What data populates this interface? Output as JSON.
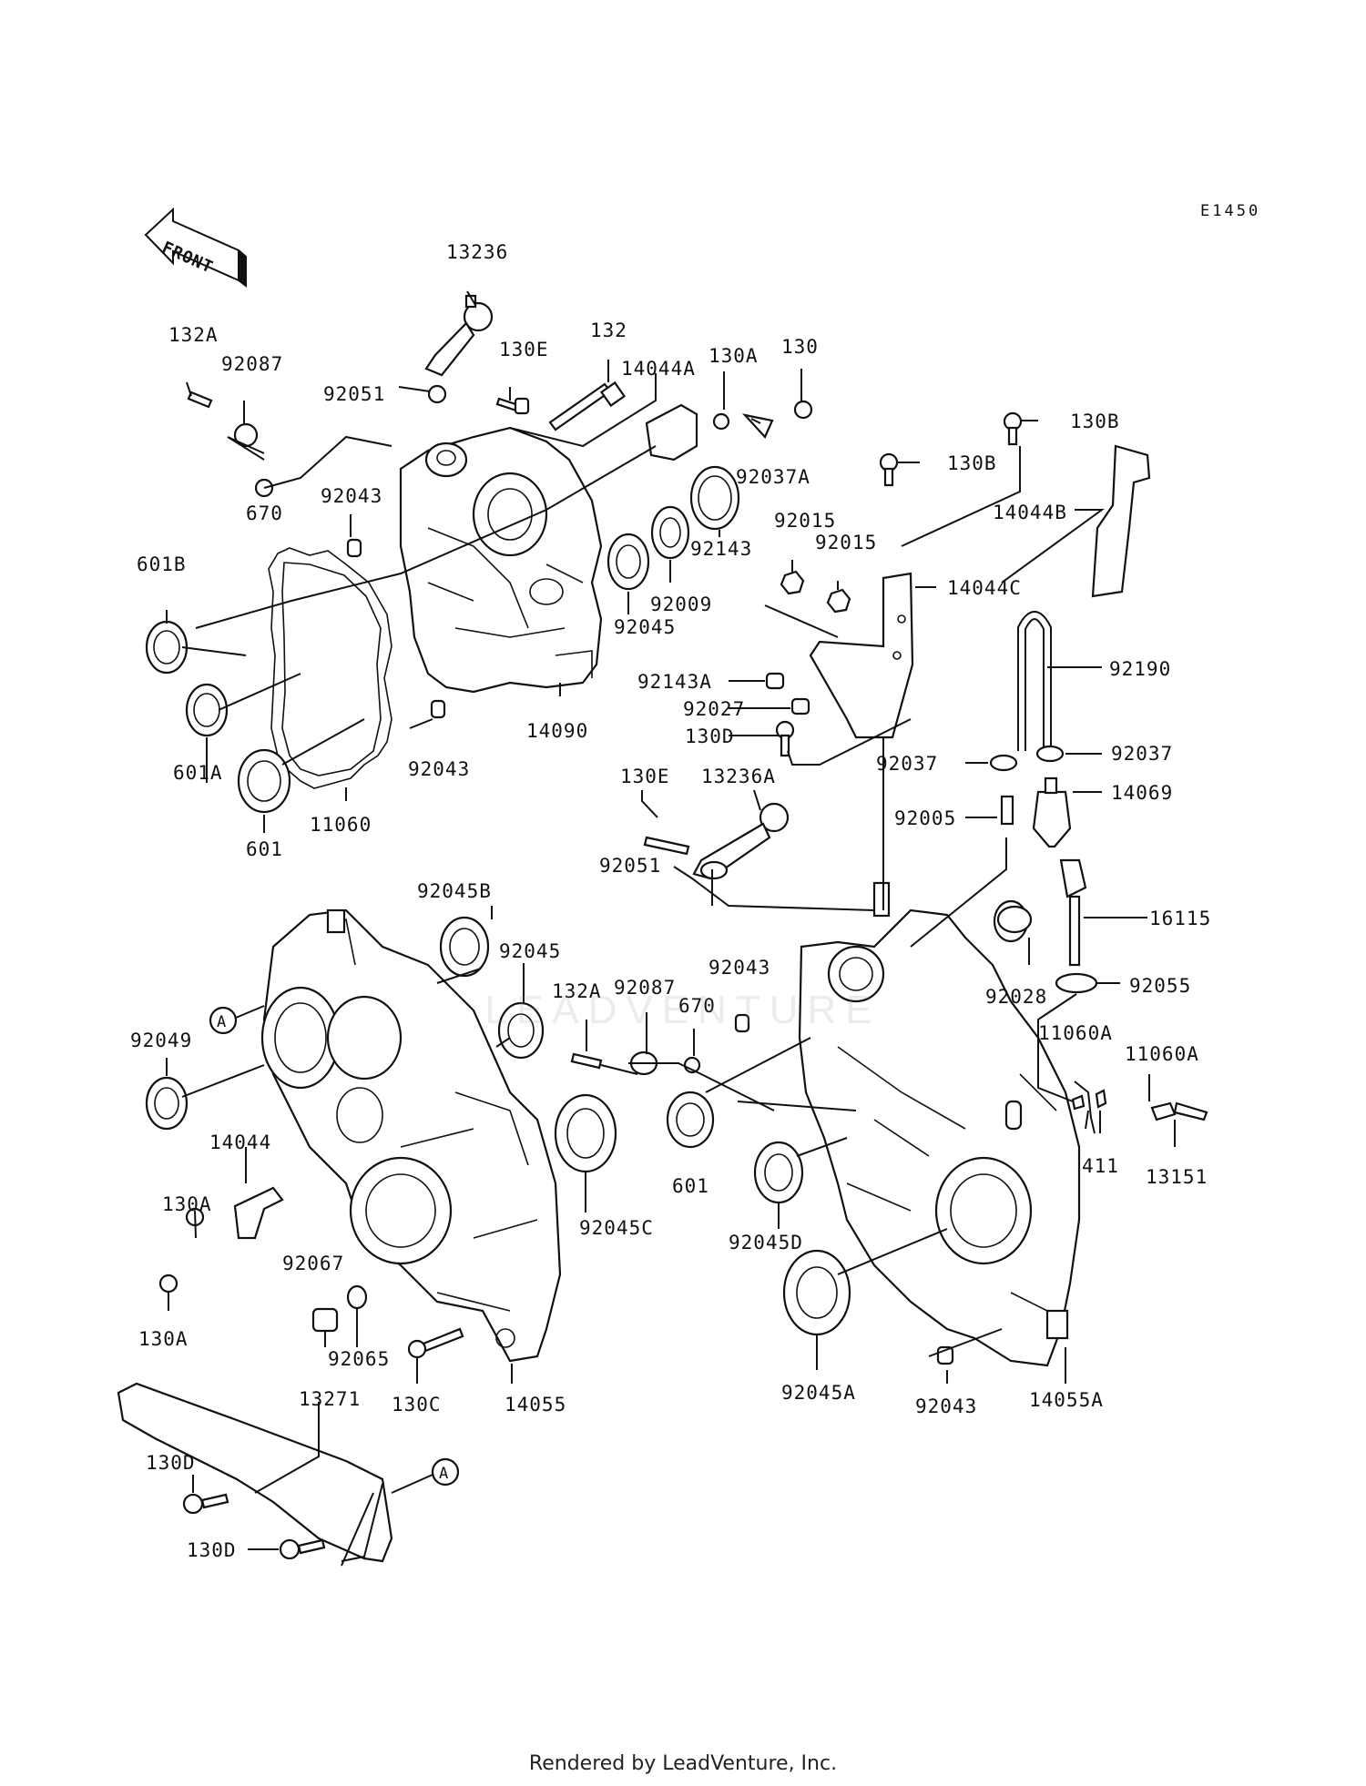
{
  "diagram_code": "E1450",
  "front_arrow_label": "FRONT",
  "watermark": "LEADVENTURE",
  "footer": "Rendered by LeadVenture, Inc.",
  "callout_marker": "A",
  "part_labels": [
    {
      "id": "l1",
      "text": "13236"
    },
    {
      "id": "l2",
      "text": "132A"
    },
    {
      "id": "l3",
      "text": "92087"
    },
    {
      "id": "l4",
      "text": "92051"
    },
    {
      "id": "l5",
      "text": "130E"
    },
    {
      "id": "l6",
      "text": "132"
    },
    {
      "id": "l7",
      "text": "130A"
    },
    {
      "id": "l8",
      "text": "130"
    },
    {
      "id": "l9",
      "text": "14044A"
    },
    {
      "id": "l10",
      "text": "92037A"
    },
    {
      "id": "l11",
      "text": "130B"
    },
    {
      "id": "l12",
      "text": "130B"
    },
    {
      "id": "l13",
      "text": "670"
    },
    {
      "id": "l14",
      "text": "92043"
    },
    {
      "id": "l15",
      "text": "601B"
    },
    {
      "id": "l16",
      "text": "92015"
    },
    {
      "id": "l17",
      "text": "92015"
    },
    {
      "id": "l18",
      "text": "92143"
    },
    {
      "id": "l19",
      "text": "92009"
    },
    {
      "id": "l20",
      "text": "92045"
    },
    {
      "id": "l21",
      "text": "14044B"
    },
    {
      "id": "l22",
      "text": "14044C"
    },
    {
      "id": "l23",
      "text": "92190"
    },
    {
      "id": "l24",
      "text": "92143A"
    },
    {
      "id": "l25",
      "text": "92027"
    },
    {
      "id": "l26",
      "text": "130D"
    },
    {
      "id": "l27",
      "text": "601A"
    },
    {
      "id": "l28",
      "text": "92043"
    },
    {
      "id": "l29",
      "text": "14090"
    },
    {
      "id": "l30",
      "text": "11060"
    },
    {
      "id": "l31",
      "text": "601"
    },
    {
      "id": "l32",
      "text": "92037"
    },
    {
      "id": "l33",
      "text": "92037"
    },
    {
      "id": "l34",
      "text": "14069"
    },
    {
      "id": "l35",
      "text": "130E"
    },
    {
      "id": "l36",
      "text": "13236A"
    },
    {
      "id": "l37",
      "text": "92005"
    },
    {
      "id": "l38",
      "text": "92045B"
    },
    {
      "id": "l39",
      "text": "92051"
    },
    {
      "id": "l40",
      "text": "16115"
    },
    {
      "id": "l41",
      "text": "92045"
    },
    {
      "id": "l42",
      "text": "92043"
    },
    {
      "id": "l43",
      "text": "92055"
    },
    {
      "id": "l44",
      "text": "132A"
    },
    {
      "id": "l45",
      "text": "92087"
    },
    {
      "id": "l46",
      "text": "670"
    },
    {
      "id": "l47",
      "text": "92028"
    },
    {
      "id": "l48",
      "text": "92049"
    },
    {
      "id": "l49",
      "text": "11060A"
    },
    {
      "id": "l50",
      "text": "11060A"
    },
    {
      "id": "l51",
      "text": "14044"
    },
    {
      "id": "l52",
      "text": "411"
    },
    {
      "id": "l53",
      "text": "13151"
    },
    {
      "id": "l54",
      "text": "601"
    },
    {
      "id": "l55",
      "text": "130A"
    },
    {
      "id": "l56",
      "text": "92045C"
    },
    {
      "id": "l57",
      "text": "92045D"
    },
    {
      "id": "l58",
      "text": "92067"
    },
    {
      "id": "l59",
      "text": "130A"
    },
    {
      "id": "l60",
      "text": "92065"
    },
    {
      "id": "l61",
      "text": "130C"
    },
    {
      "id": "l62",
      "text": "14055"
    },
    {
      "id": "l63",
      "text": "92045A"
    },
    {
      "id": "l64",
      "text": "92043"
    },
    {
      "id": "l65",
      "text": "14055A"
    },
    {
      "id": "l66",
      "text": "13271"
    },
    {
      "id": "l67",
      "text": "130D"
    },
    {
      "id": "l68",
      "text": "130D"
    }
  ]
}
